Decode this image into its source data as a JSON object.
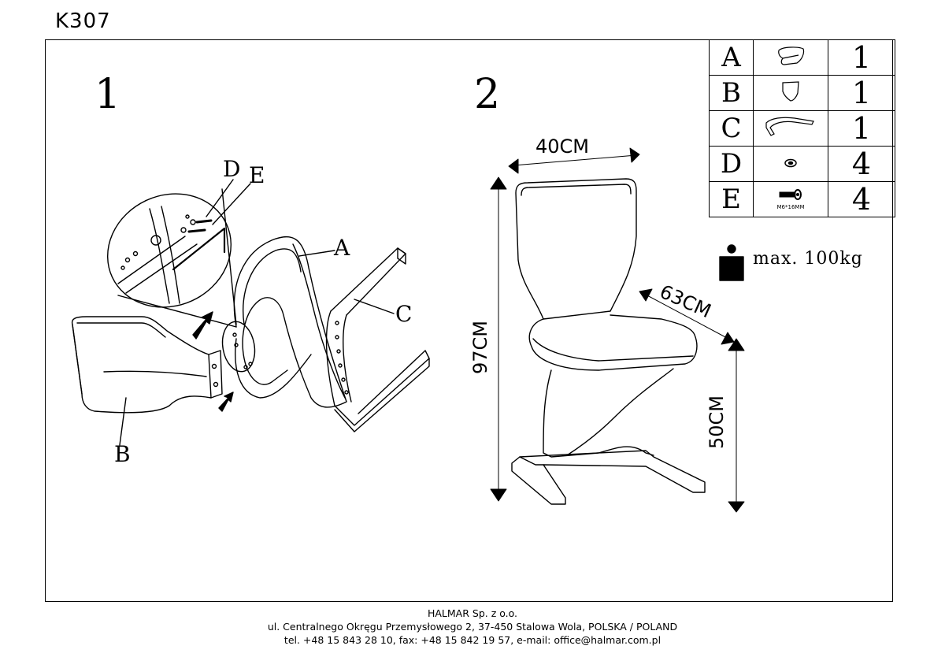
{
  "model": "K307",
  "steps": {
    "step1": "1",
    "step2": "2"
  },
  "labels": {
    "A": "A",
    "B": "B",
    "C": "C",
    "D": "D",
    "E": "E"
  },
  "dimensions": {
    "width": "40CM",
    "depth": "63CM",
    "height": "97CM",
    "seat_height": "50CM"
  },
  "parts": [
    {
      "letter": "A",
      "qty": "1",
      "icon": "seat-part-icon"
    },
    {
      "letter": "B",
      "qty": "1",
      "icon": "backrest-part-icon"
    },
    {
      "letter": "C",
      "qty": "1",
      "icon": "base-frame-icon"
    },
    {
      "letter": "D",
      "qty": "4",
      "icon": "washer-icon"
    },
    {
      "letter": "E",
      "qty": "4",
      "icon": "screw-icon",
      "note": "M6*16MM"
    }
  ],
  "max_load": "max. 100kg",
  "footer": {
    "company": "HALMAR Sp. z o.o.",
    "address": "ul. Centralnego Okręgu Przemysłowego 2, 37-450 Stalowa Wola, POLSKA / POLAND",
    "contact": "tel. +48 15 843 28 10, fax: +48 15 842 19 57, e-mail: office@halmar.com.pl"
  }
}
